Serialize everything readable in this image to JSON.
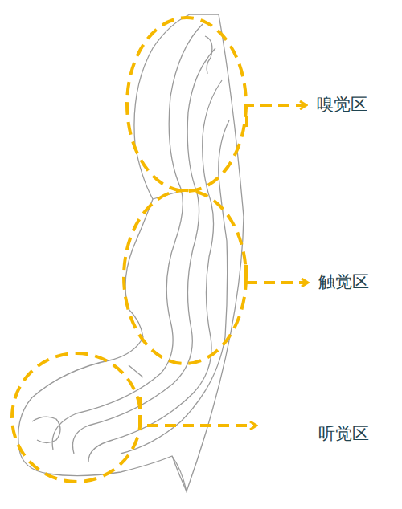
{
  "diagram": {
    "labels": [
      "嗅觉区",
      "触觉区",
      "听觉区"
    ]
  }
}
